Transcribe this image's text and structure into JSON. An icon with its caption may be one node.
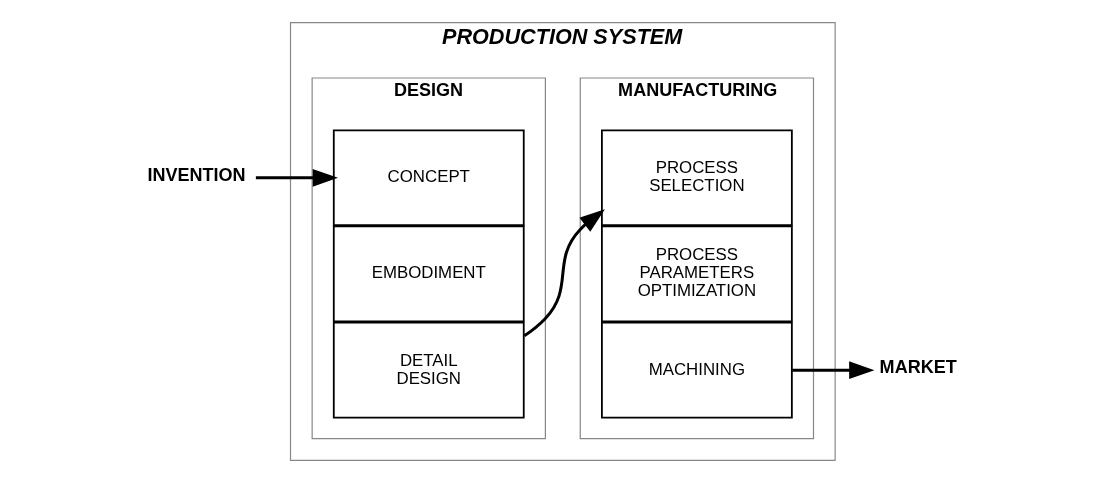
{
  "diagram": {
    "nodes": [
      {
        "text": [
          "PRODUCTION SYSTEM"
        ]
      },
      {
        "text": [
          "DESIGN"
        ],
        "in": 0
      },
      {
        "text": [
          "CONCEPT"
        ],
        "in": 1
      },
      {
        "text": [
          "EMBODIMENT"
        ],
        "in": 1
      },
      {
        "text": [
          "DETAIL DESIGN"
        ],
        "in": 1
      },
      {
        "text": [
          "MANUFACTURING"
        ],
        "in": 0
      },
      {
        "text": [
          "PROCESS SELECTION"
        ],
        "in": 5
      },
      {
        "text": [
          "PROCESS PARAMETERS OPTIMIZATION"
        ],
        "in": 5
      },
      {
        "text": [
          "MACHINING"
        ],
        "in": 5
      },
      {
        "text": [
          "INVENTION"
        ]
      },
      {
        "text": [
          "MARKET"
        ]
      }
    ],
    "edges": [
      {
        "from": 9,
        "to": 2,
        "arrow": "to"
      },
      {
        "from": 4,
        "to": 6,
        "arrow": "to"
      },
      {
        "from": 8,
        "to": 10,
        "arrow": "to"
      }
    ]
  }
}
